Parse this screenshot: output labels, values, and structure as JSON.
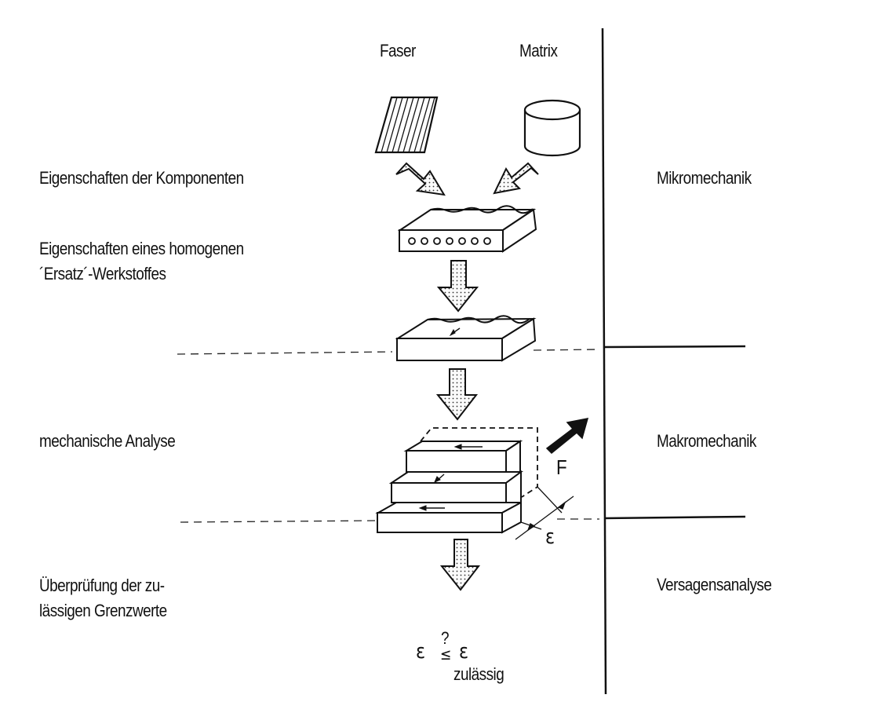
{
  "columns": {
    "fiber": "Faser",
    "matrix": "Matrix"
  },
  "left_labels": {
    "component_properties": "Eigenschaften der Komponenten",
    "homogeneous_line1": "Eigenschaften eines homogenen",
    "homogeneous_line2": "´Ersatz´-Werkstoffes",
    "mechanical_analysis": "mechanische Analyse",
    "check_line1": "Überprüfung der zu-",
    "check_line2": "lässigen Grenzwerte"
  },
  "right_labels": {
    "micro": "Mikromechanik",
    "macro": "Makromechanik",
    "failure": "Versagensanalyse"
  },
  "symbols": {
    "force": "F",
    "strain": "ε",
    "inequality_left": "ε",
    "inequality_op": "≤",
    "inequality_question": "?",
    "inequality_right": "ε",
    "allowable_subscript": "zulässig"
  }
}
